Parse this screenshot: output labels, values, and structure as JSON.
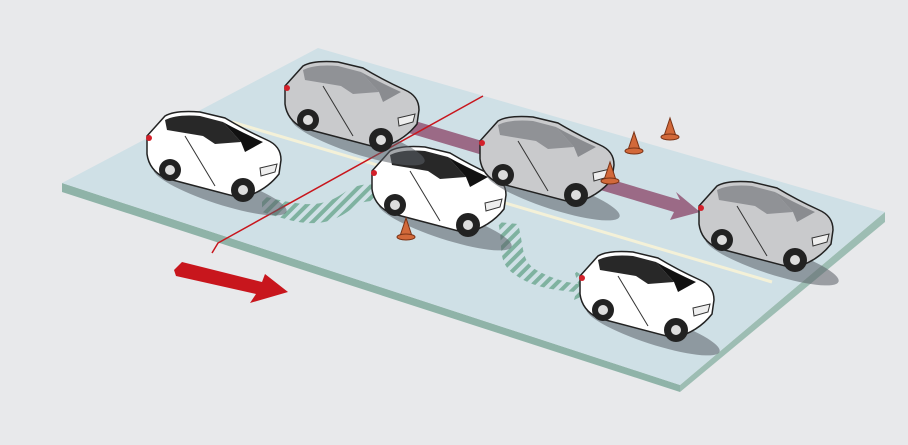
{
  "colors": {
    "background": "#e8e9eb",
    "road": "#cfe0e6",
    "road_edge": "#8fb3a8",
    "lane_line": "#f4f1d8",
    "red_path": "#c8161d",
    "purple_path": "#9b6a86",
    "green_path": "#7fb2a0",
    "white_car": "#ffffff",
    "gray_car": "#c9cacc",
    "cone": "#d2693a"
  },
  "cars": [
    {
      "kind": "white",
      "name": "car-white-start"
    },
    {
      "kind": "white",
      "name": "car-white-middle"
    },
    {
      "kind": "white",
      "name": "car-white-end"
    },
    {
      "kind": "gray",
      "name": "car-gray-back"
    },
    {
      "kind": "gray",
      "name": "car-gray-middle"
    },
    {
      "kind": "gray",
      "name": "car-gray-front"
    }
  ],
  "cones": 4
}
